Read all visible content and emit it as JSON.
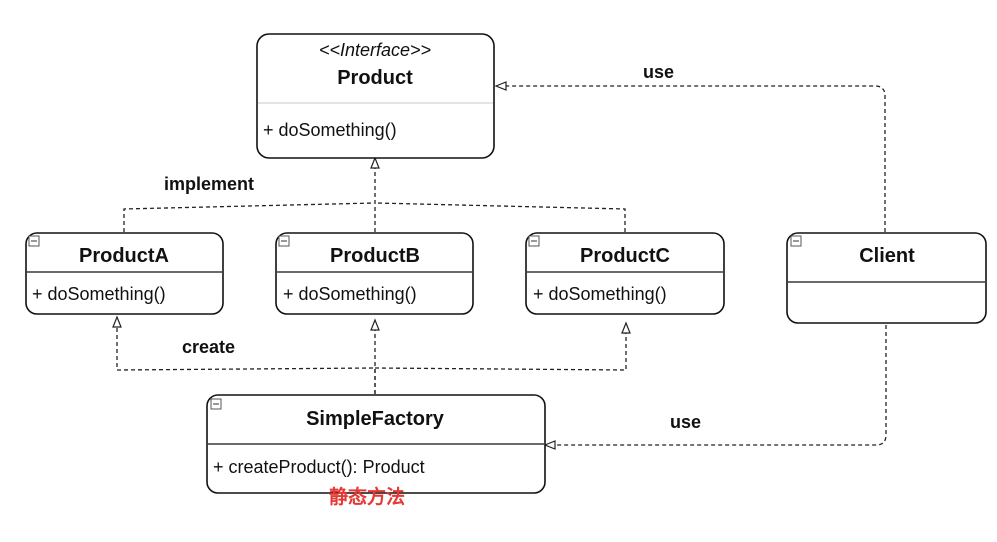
{
  "classes": {
    "product": {
      "stereotype": "<<Interface>>",
      "name": "Product",
      "method": "+ doSomething()"
    },
    "product_a": {
      "name": "ProductA",
      "method": "+ doSomething()"
    },
    "product_b": {
      "name": "ProductB",
      "method": "+ doSomething()"
    },
    "product_c": {
      "name": "ProductC",
      "method": "+ doSomething()"
    },
    "client": {
      "name": "Client"
    },
    "simple_factory": {
      "name": "SimpleFactory",
      "method": "+ createProduct(): Product"
    }
  },
  "labels": {
    "implement": "implement",
    "create": "create",
    "use_top": "use",
    "use_bottom": "use"
  },
  "note": {
    "text": "静态方法",
    "color": "#e53935"
  },
  "colors": {
    "stroke": "#111111",
    "background": "#ffffff"
  }
}
